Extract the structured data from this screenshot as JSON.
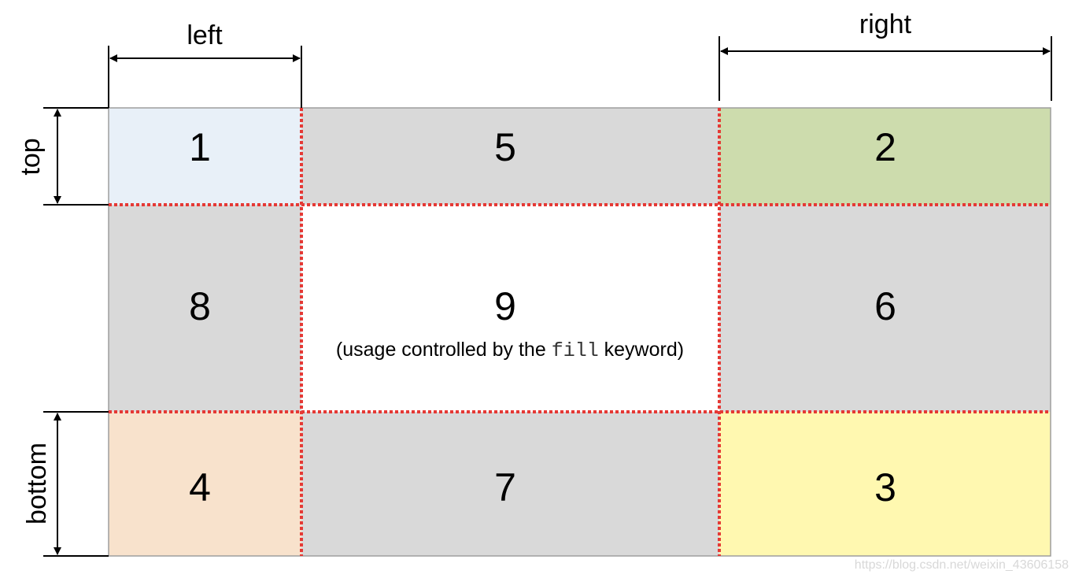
{
  "dimensions": {
    "left": "left",
    "right": "right",
    "top": "top",
    "bottom": "bottom"
  },
  "regions": [
    {
      "id": "1",
      "label": "1",
      "color": "#e8f0f8"
    },
    {
      "id": "5",
      "label": "5",
      "color": "#d9d9d9"
    },
    {
      "id": "2",
      "label": "2",
      "color": "#cddcad"
    },
    {
      "id": "8",
      "label": "8",
      "color": "#d9d9d9"
    },
    {
      "id": "9",
      "label": "9",
      "color": "#ffffff"
    },
    {
      "id": "6",
      "label": "6",
      "color": "#d9d9d9"
    },
    {
      "id": "4",
      "label": "4",
      "color": "#f8e2cc"
    },
    {
      "id": "7",
      "label": "7",
      "color": "#d9d9d9"
    },
    {
      "id": "3",
      "label": "3",
      "color": "#fff8b0"
    }
  ],
  "center_note": {
    "before": "(usage controlled by the ",
    "keyword": "fill",
    "after": " keyword)"
  },
  "slice_line_color": "#e53935",
  "watermark": "https://blog.csdn.net/weixin_43606158"
}
